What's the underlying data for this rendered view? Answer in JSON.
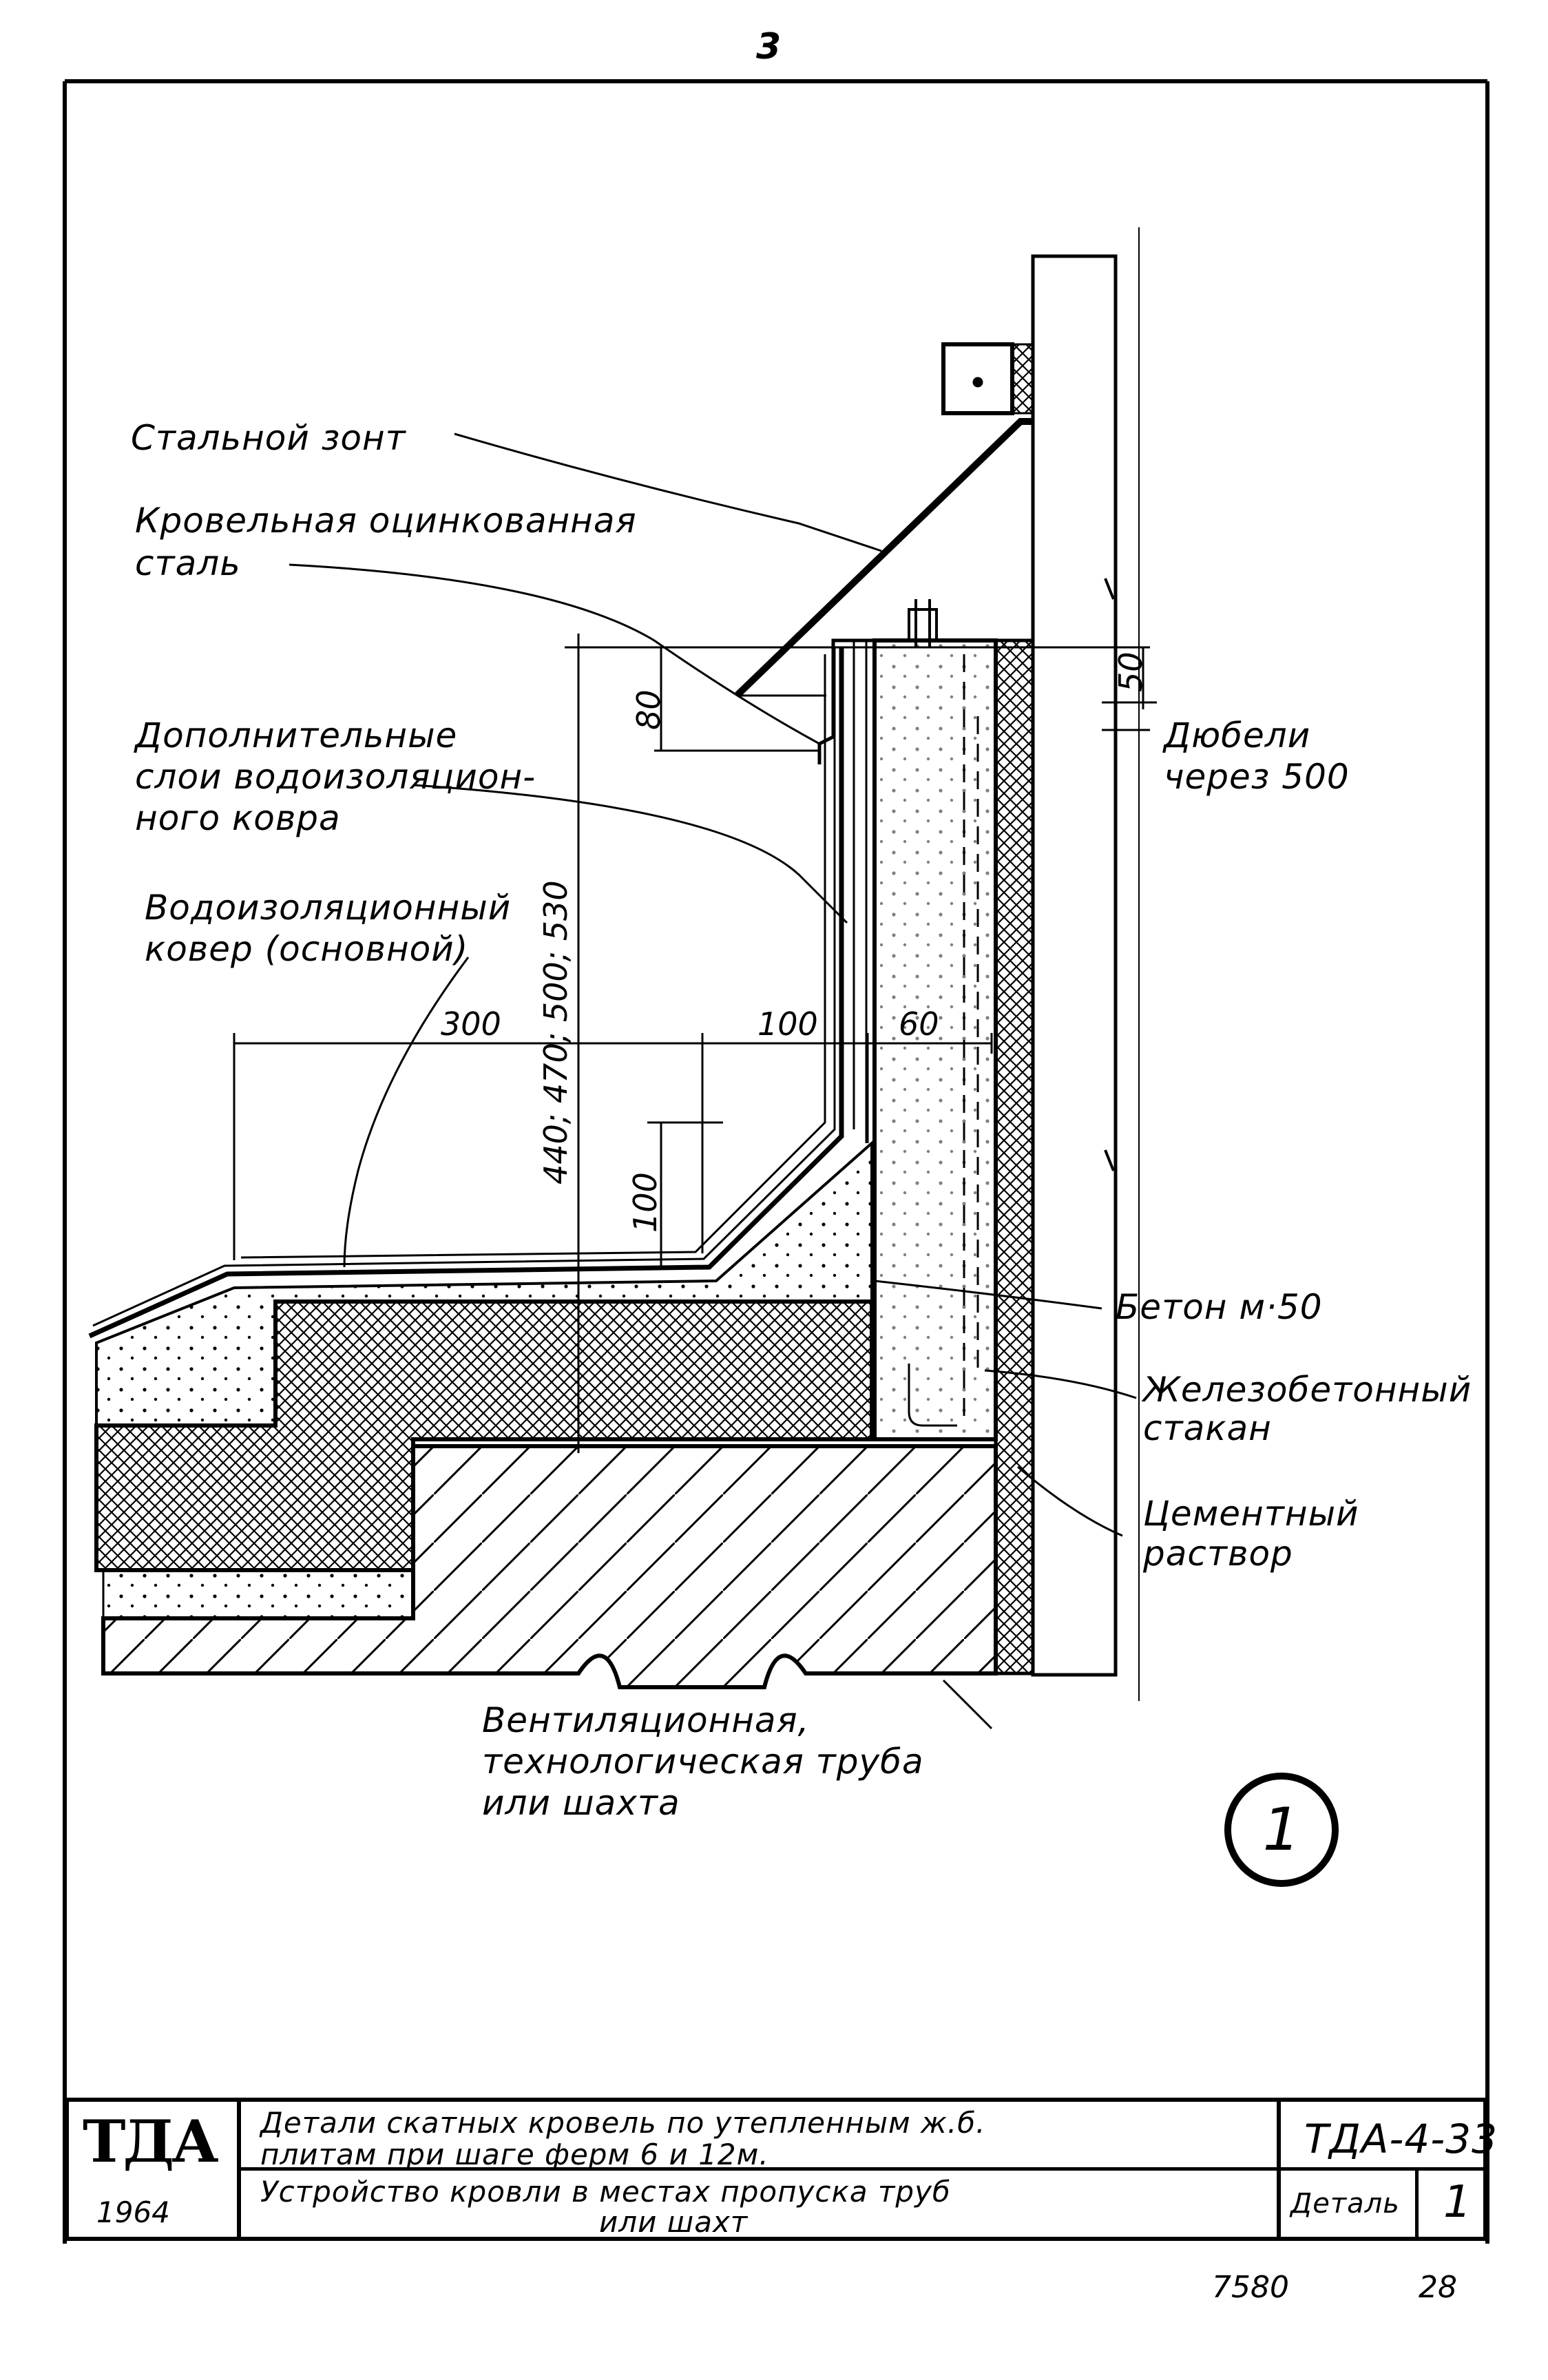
{
  "sheet": {
    "page_number": "3",
    "bottom_left_code": "7580",
    "bottom_right_code": "28"
  },
  "labels": {
    "steel_hood": "Стальной зонт",
    "galvanized_steel_1": "Кровельная оцинкованная",
    "galvanized_steel_2": "сталь",
    "extra_layers_1": "Дополнительные",
    "extra_layers_2": "слои водоизоляцион-",
    "extra_layers_3": "ного ковра",
    "main_carpet_1": "Водоизоляционный",
    "main_carpet_2": "ковер (основной)",
    "dowels_1": "Дюбели",
    "dowels_2": "через 500",
    "concrete": "Бетон м·50",
    "rc_sleeve_1": "Железобетонный",
    "rc_sleeve_2": "стакан",
    "cement_mortar_1": "Цементный",
    "cement_mortar_2": "раствор",
    "pipe_1": "Вентиляционная,",
    "pipe_2": "технологическая труба",
    "pipe_3": "или шахта"
  },
  "dimensions": {
    "d300": "300",
    "d100_top": "100",
    "d60": "60",
    "d80": "80",
    "d50": "50",
    "d100_vert": "100",
    "d_heights": "440; 470; 500; 530"
  },
  "detail_marker": "1",
  "title_block": {
    "logo": "ТДА",
    "year": "1964",
    "title_line_1": "Детали скатных кровель по утепленным ж.б.",
    "title_line_2": "плитам при шаге ферм 6 и 12м.",
    "subtitle_line_1": "Устройство кровли в местах пропуска труб",
    "subtitle_line_2": "или шахт",
    "code": "ТДА-4-33",
    "detail_label": "Деталь",
    "detail_number": "1"
  },
  "colors": {
    "ink": "#000000",
    "paper": "#ffffff"
  }
}
